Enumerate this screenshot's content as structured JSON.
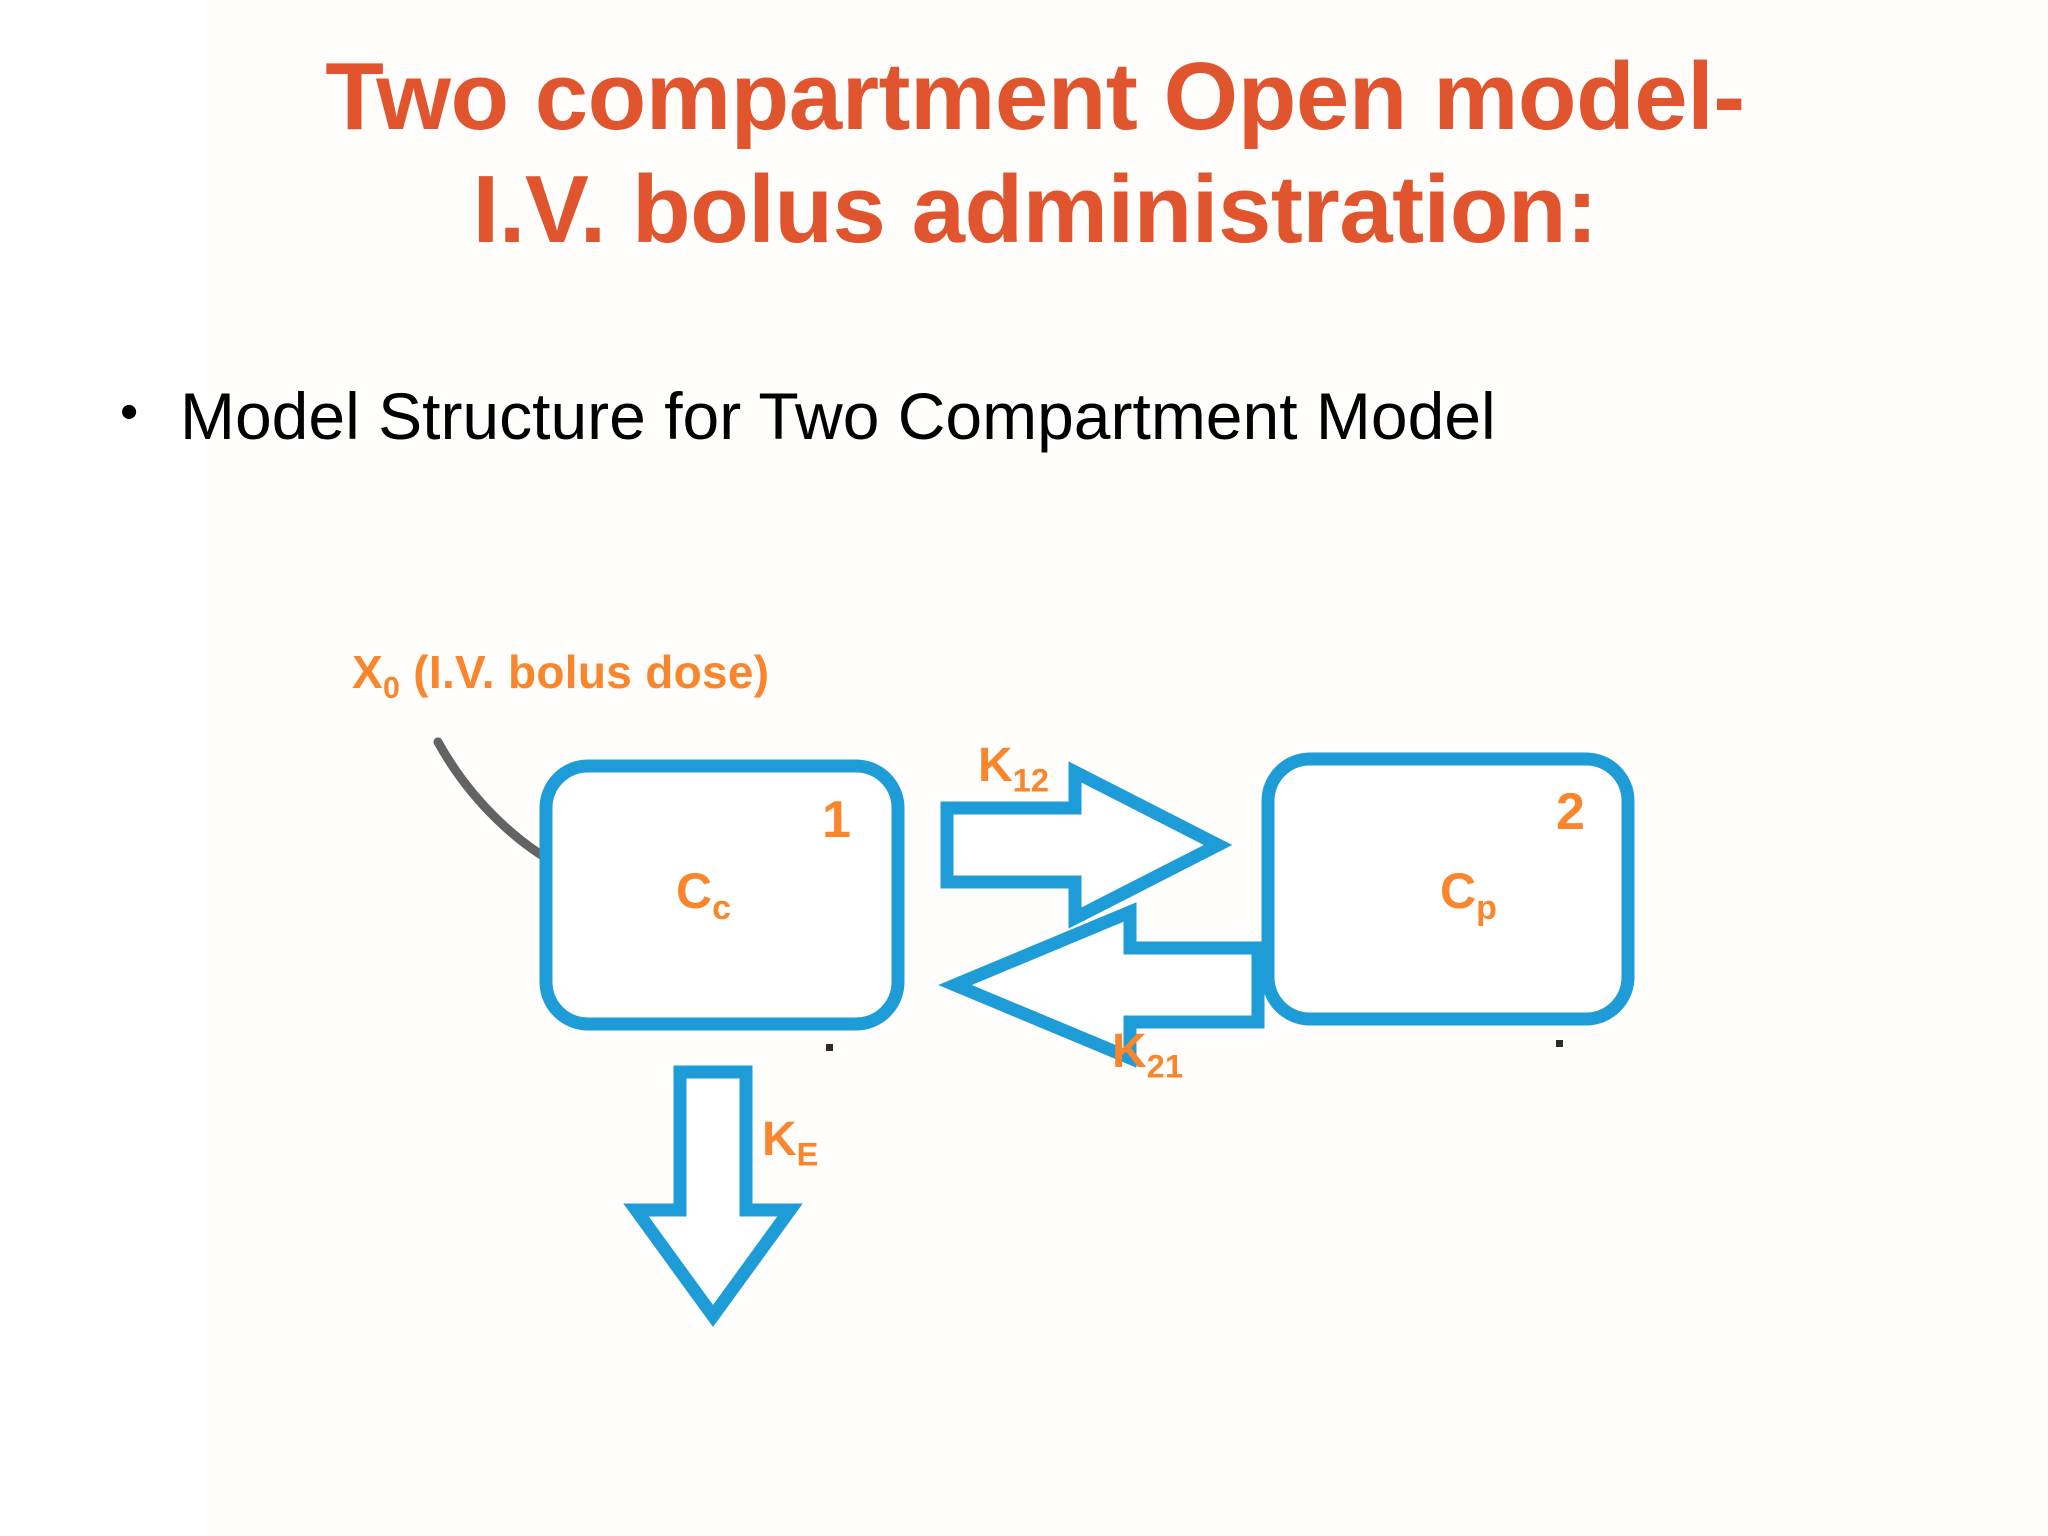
{
  "slide": {
    "title_lines": [
      "Two compartment Open model-",
      "I.V. bolus administration:"
    ],
    "bullet_marker": "•",
    "bullet_text": "Model Structure for Two Compartment Model",
    "title_color": "#E0552D",
    "body_color": "#000000"
  },
  "diagram": {
    "accent_orange": "#F9862C",
    "accent_blue": "#1E9CD7",
    "pointer_gray": "#636363",
    "dose": {
      "symbol": "X",
      "subscript": "0",
      "description": " (I.V. bolus dose)",
      "full": "X0 (I.V. bolus dose)"
    },
    "compartments": [
      {
        "number": "1",
        "concentration_symbol": "C",
        "concentration_subscript": "c",
        "concentration_full": "Cc",
        "name": "central-compartment"
      },
      {
        "number": "2",
        "concentration_symbol": "C",
        "concentration_subscript": "p",
        "concentration_full": "Cp",
        "name": "peripheral-compartment"
      }
    ],
    "rate_constants": [
      {
        "symbol": "K",
        "subscript": "12",
        "full": "K12",
        "direction": "right",
        "name": "k12"
      },
      {
        "symbol": "K",
        "subscript": "21",
        "full": "K21",
        "direction": "left",
        "name": "k21"
      },
      {
        "symbol": "K",
        "subscript": "E",
        "full": "KE",
        "direction": "down",
        "name": "ke"
      }
    ]
  }
}
